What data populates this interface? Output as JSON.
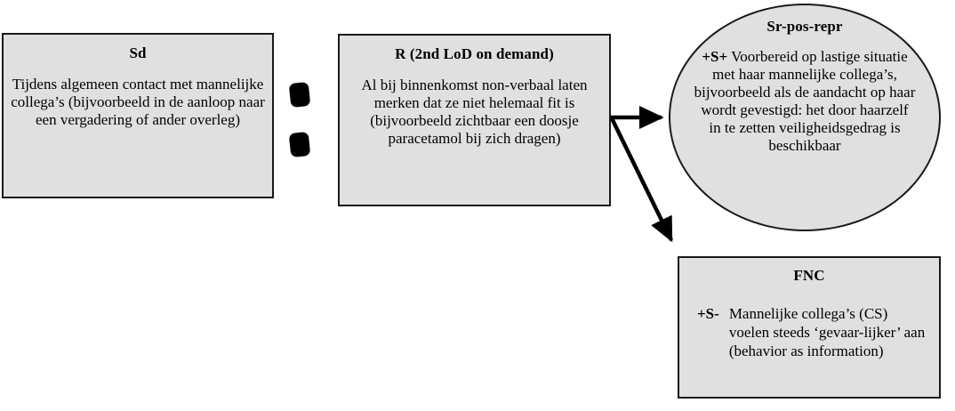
{
  "diagram": {
    "title": "Behaviour analysis flow diagram",
    "background_color": "#ffffff",
    "node_fill_color": "#e0e0e0",
    "node_border_color": "#1a1a1a",
    "arrow_color": "#000000"
  },
  "nodes": {
    "sd": {
      "title": "Sd",
      "body": "Tijdens algemeen contact met mannelijke collega’s (bijvoorbeeld in de aanloop naar een vergadering of ander overleg)",
      "shape": "rectangle"
    },
    "r": {
      "title": "R (2nd LoD on demand)",
      "body": "Al bij binnenkomst non-verbaal laten merken dat ze niet helemaal fit is (bijvoorbeeld zichtbaar een doosje paracetamol bij zich dragen)",
      "shape": "rectangle"
    },
    "sr_pos_repr": {
      "title": "Sr-pos-repr",
      "tag": "+S+",
      "body": "Voorbereid op lastige situatie met haar mannelijke collega’s, bijvoorbeeld als de aandacht op haar wordt gevestigd: het door haarzelf in te zetten veiligheidsgedrag is beschikbaar",
      "shape": "ellipse"
    },
    "fnc": {
      "title": "FNC",
      "tag": "+S-",
      "body": "Mannelijke collega’s (CS) voelen steeds ‘gevaar-lijker’ aan (behavior as information)",
      "shape": "rectangle"
    }
  },
  "connectors": {
    "separator": {
      "name": "colon-separator",
      "symbol": "∶",
      "dot_count": 2
    },
    "arrow_to_ellipse": {
      "from": "r",
      "to": "sr_pos_repr",
      "style": "solid-straight"
    },
    "arrow_to_fnc": {
      "from": "r",
      "to": "fnc",
      "style": "solid-diagonal"
    }
  }
}
